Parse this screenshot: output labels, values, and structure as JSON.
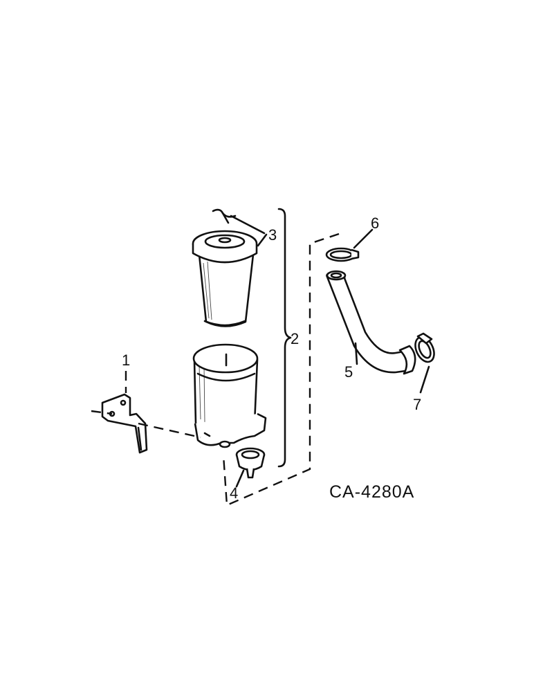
{
  "callouts": {
    "c1": "1",
    "c2": "2",
    "c3": "3",
    "c4": "4",
    "c5": "5",
    "c6": "6",
    "c7": "7"
  },
  "drawing_number": "CA-4280A",
  "colors": {
    "ink": "#111111",
    "paper": "#ffffff"
  }
}
